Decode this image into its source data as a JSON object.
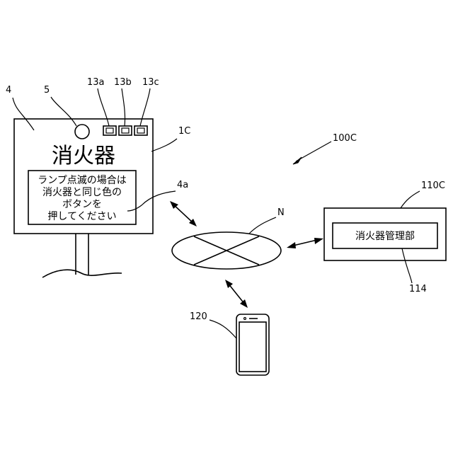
{
  "refs": {
    "sign": "4",
    "lamp": "5",
    "btn_a": "13a",
    "btn_b": "13b",
    "btn_c": "13c",
    "device": "1C",
    "display": "4a",
    "system": "100C",
    "manager_unit": "110C",
    "network": "N",
    "manager_part": "114",
    "terminal": "120"
  },
  "sign": {
    "title": "消火器",
    "message_lines": [
      "ランプ点滅の場合は",
      "消火器と同じ色の",
      "ボタンを",
      "押してください"
    ]
  },
  "manager": {
    "label": "消火器管理部"
  }
}
